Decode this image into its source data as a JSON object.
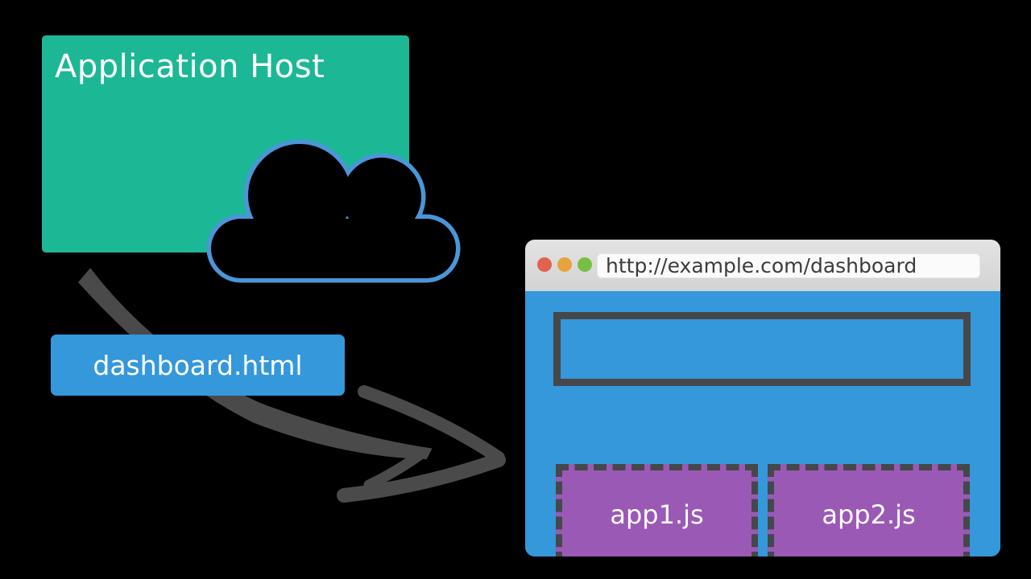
{
  "stage": {
    "background": "#000000"
  },
  "host_box": {
    "label": "Application Host",
    "color": "#1cb795",
    "text_color": "#ffffff"
  },
  "cloud_icon": {
    "stroke_color": "#4a96d8",
    "fill_color": "#000000"
  },
  "file_box": {
    "label": "dashboard.html",
    "color": "#3498db",
    "text_color": "#ffffff"
  },
  "arrow": {
    "color": "#4a4a4a",
    "style": "hand-drawn double chevron"
  },
  "browser": {
    "titlebar": {
      "color": "#d9d9d9",
      "buttons": [
        {
          "name": "close",
          "color": "#e0644d"
        },
        {
          "name": "minimize",
          "color": "#e8a33d"
        },
        {
          "name": "maximize",
          "color": "#76c043"
        }
      ],
      "url": "http://example.com/dashboard"
    },
    "content": {
      "color": "#3498db",
      "outline_color": "#45474a",
      "placeholder": {
        "label": ""
      },
      "scripts": [
        {
          "label": "app1.js",
          "color": "#9b59b6"
        },
        {
          "label": "app2.js",
          "color": "#9b59b6"
        }
      ]
    }
  }
}
